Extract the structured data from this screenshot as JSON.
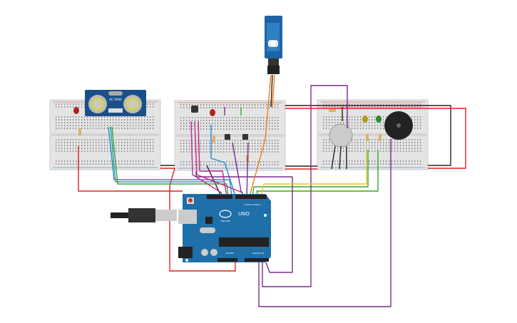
{
  "components": {
    "ultrasonic_sensor": {
      "label": "HC-SR04"
    },
    "arduino": {
      "brand": "ARDUINO",
      "model": "UNO",
      "digital_header": "DIGITAL (PWM~)",
      "power_header": "POWER",
      "analog_header": "ANALOG IN"
    }
  },
  "colors": {
    "board": "#1f6fa8",
    "breadboard": "#e6e6e6",
    "wire_red": "#e0201c",
    "wire_black": "#222222",
    "wire_purple": "#7d2a8e",
    "wire_green": "#3aa534",
    "wire_blue": "#1d8fd0",
    "wire_yellow": "#e6c61b",
    "wire_orange": "#f07a12",
    "wire_magenta": "#c02a8f",
    "wire_teal": "#2aa39a"
  }
}
